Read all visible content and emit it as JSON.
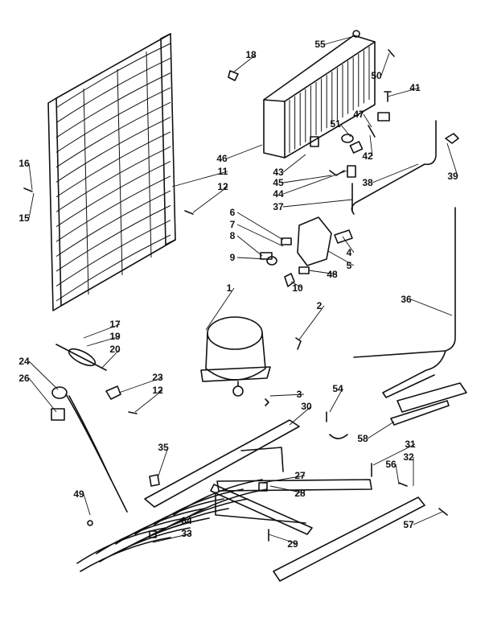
{
  "callouts": [
    "55",
    "18",
    "50",
    "41",
    "47",
    "51",
    "42",
    "46",
    "11",
    "43",
    "45",
    "44",
    "37",
    "38",
    "39",
    "16",
    "15",
    "12",
    "6",
    "7",
    "8",
    "9",
    "4",
    "5",
    "48",
    "10",
    "1",
    "2",
    "36",
    "17",
    "19",
    "20",
    "24",
    "26",
    "23",
    "12",
    "3",
    "54",
    "30",
    "58",
    "35",
    "27",
    "28",
    "31",
    "56",
    "32",
    "49",
    "34",
    "33",
    "29",
    "57"
  ]
}
